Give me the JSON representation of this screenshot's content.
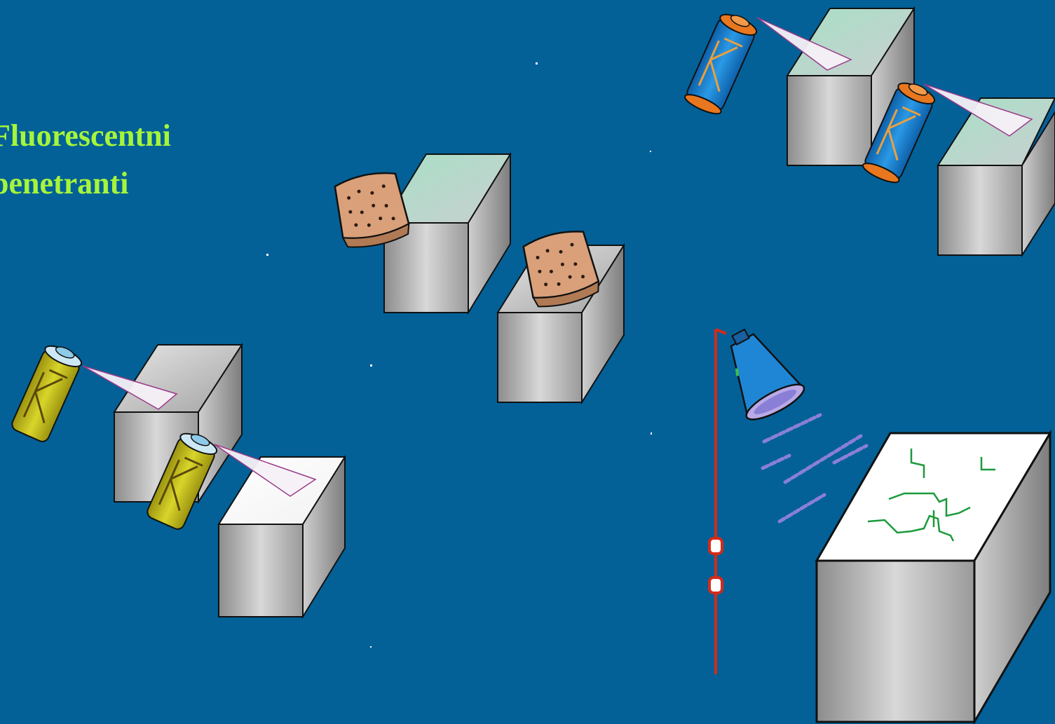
{
  "slide": {
    "title_lines": [
      "Fluorescentni",
      "penetranti"
    ]
  },
  "colors": {
    "background": "#036197",
    "title": "#a6f53a",
    "cube_front": "#a9a9a9",
    "spray_can_cleaner": "#1f86d6",
    "spray_can_cap_cleaner": "#e8771f",
    "spray_can_penetrant": "#c8c51a",
    "sponge": "#d9a07a",
    "uv_lamp": "#1f86d6",
    "lamp_stand": "#d42a1a",
    "uv_light": "#8a7fd6",
    "crack": "#1a9a3a"
  },
  "steps": [
    {
      "name": "penetrant-application",
      "icon": "spray-can-icon"
    },
    {
      "name": "excess-removal",
      "icon": "sponge-icon"
    },
    {
      "name": "developer-application",
      "icon": "spray-can-icon"
    },
    {
      "name": "uv-inspection",
      "icon": "uv-lamp-icon"
    }
  ]
}
